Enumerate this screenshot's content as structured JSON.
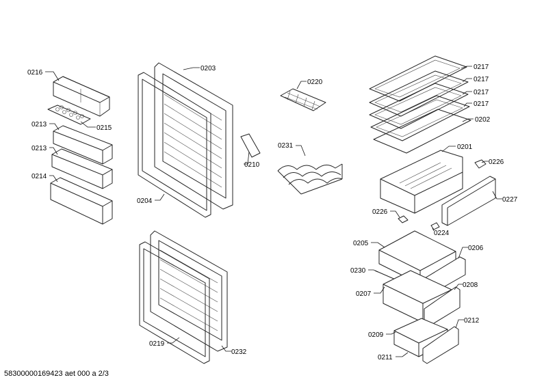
{
  "callouts": {
    "c0216": "0216",
    "c0215": "0215",
    "c0213a": "0213",
    "c0213b": "0213",
    "c0214": "0214",
    "c0203": "0203",
    "c0204": "0204",
    "c0210": "0210",
    "c0220": "0220",
    "c0231": "0231",
    "c0217a": "0217",
    "c0217b": "0217",
    "c0217c": "0217",
    "c0217d": "0217",
    "c0202": "0202",
    "c0201": "0201",
    "c0226a": "0226",
    "c0226b": "0226",
    "c0227": "0227",
    "c0224": "0224",
    "c0205": "0205",
    "c0206": "0206",
    "c0230": "0230",
    "c0207": "0207",
    "c0208": "0208",
    "c0209": "0209",
    "c0212": "0212",
    "c0211": "0211",
    "c0219": "0219",
    "c0232": "0232"
  },
  "footer": {
    "code": "58300000169423 aet 000 a 2/3"
  }
}
